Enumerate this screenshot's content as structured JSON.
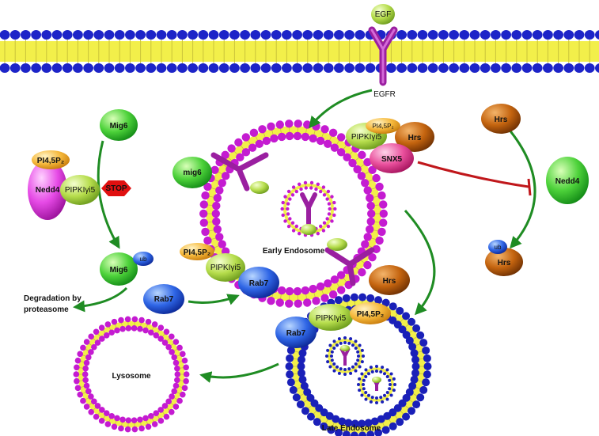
{
  "labels": {
    "egf": "EGF",
    "egfr": "EGFR",
    "mig6_top": "Mig6",
    "pi45p2_left": "PI4,5P₂",
    "nedd4_left": "Nedd4",
    "pipk_left": "PIPKIγi5",
    "stop": "STOP",
    "mig6_ub": "Mig6",
    "ub_left": "ub",
    "degradation_line1": "Degradation by",
    "degradation_line2": "proteasome",
    "rab7_left": "Rab7",
    "pi45p2_mid": "PI4,5P₂",
    "pipk_mid": "PIPKIγi5",
    "rab7_mid": "Rab7",
    "mig6_small": "mig6",
    "early_endosome": "Early Endosome",
    "pipk_top": "PIPKIγi5",
    "pi45p2_top": "PI4,5P₂",
    "hrs_top": "Hrs",
    "snx5": "SNX5",
    "hrs_mid": "Hrs",
    "rab7_late": "Rab7",
    "pipk_late": "PIPKIγi5",
    "pi45p2_late": "PI4,5P₂",
    "late_endosome": "Late Endosome",
    "lysosome": "Lysosome",
    "hrs_right": "Hrs",
    "nedd4_right": "Nedd4",
    "ub_right": "ub",
    "hrs_ub": "Hrs"
  },
  "colors": {
    "lipid_head": "#1d24c8",
    "lipid_tail": "#f2ef4a",
    "vesicle_head": "#c41bd1",
    "late_head": "#1a20b8",
    "receptor": "#9a1fa0",
    "arrow_green": "#1f8c23",
    "inhibit_red": "#c0171b",
    "stop": "#e01010"
  }
}
